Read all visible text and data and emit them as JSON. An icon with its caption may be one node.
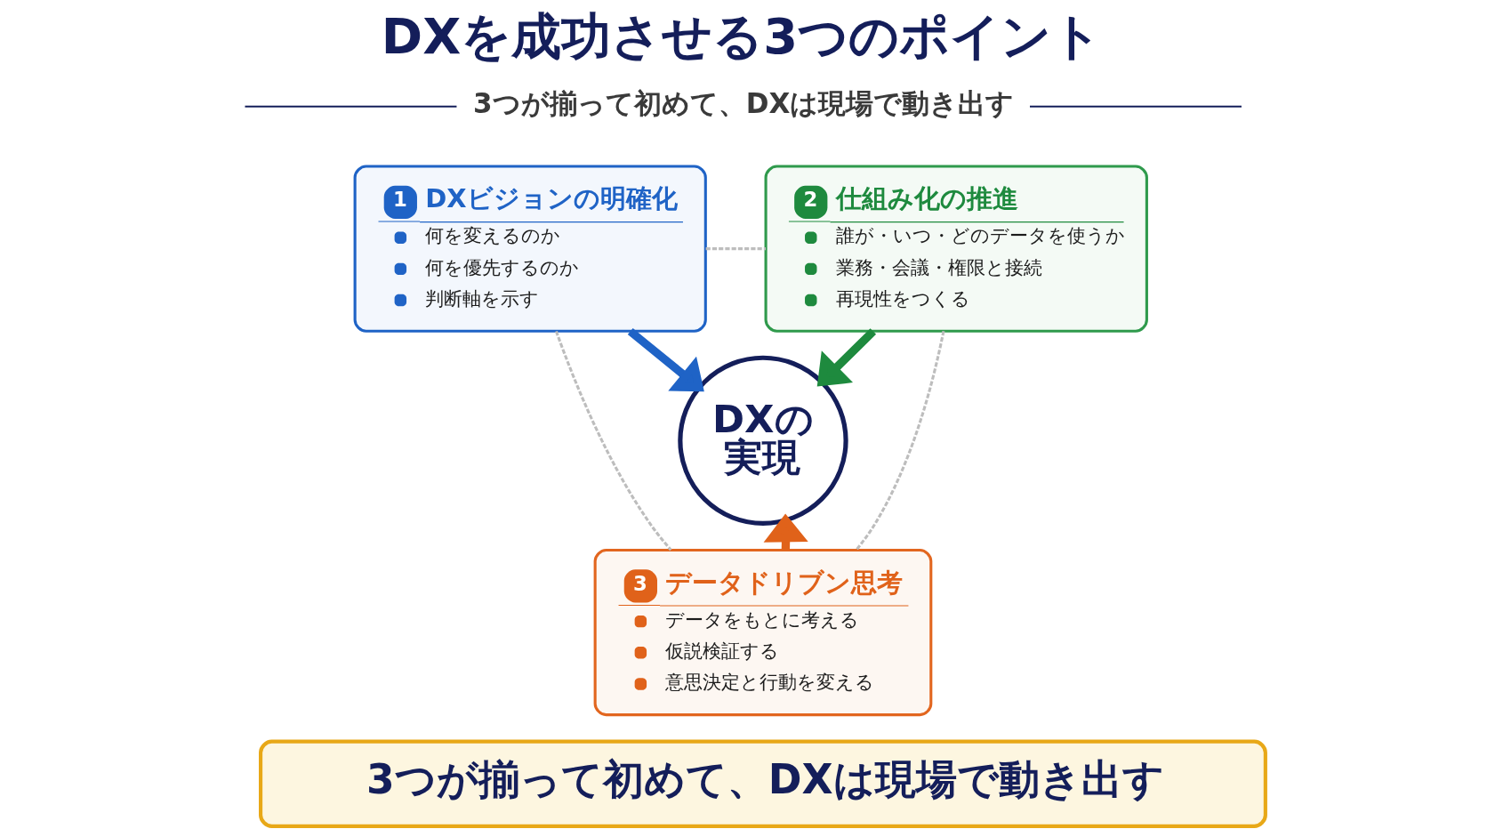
{
  "diagram": {
    "title": "DXを成功させる3つのポイント",
    "nodes": [
      {
        "text": [
          "1",
          "DXビジョンの明確化",
          "何を変えるのか",
          "何を優先するのか",
          "判断軸を示す"
        ]
      },
      {
        "text": [
          "DXの実現"
        ]
      },
      {
        "text": [
          "2",
          "仕組み化の推進",
          "誰が・いつ・どのデータを使うか",
          "業務・会議・権限と接続",
          "再現性をつくる"
        ]
      },
      {
        "text": [
          "3",
          "データドリブン思考",
          "データをもとに考える",
          "仮説検証する",
          "意思決定と行動を変える"
        ]
      },
      {
        "text": [
          "3つが揃って初めて、DXは現場で動き出す"
        ]
      }
    ],
    "edges": [
      {
        "from": 0,
        "to": 1,
        "arrow": "to",
        "style": "thick",
        "color": "#1f63c6"
      },
      {
        "from": 2,
        "to": 1,
        "arrow": "to",
        "style": "thick",
        "color": "#1e8a3e"
      },
      {
        "from": 3,
        "to": 1,
        "arrow": "to",
        "style": "thick",
        "color": "#e0621a"
      },
      {
        "from": 0,
        "to": 2,
        "arrow": "none",
        "style": "dashed",
        "color": "#bdbdbd"
      },
      {
        "from": 0,
        "to": 3,
        "arrow": "none",
        "style": "dashed",
        "color": "#bdbdbd"
      },
      {
        "from": 2,
        "to": 3,
        "arrow": "none",
        "style": "dashed",
        "color": "#bdbdbd"
      }
    ],
    "labels": [
      "3つが揃って初めて、DXは現場で動き出す"
    ]
  }
}
